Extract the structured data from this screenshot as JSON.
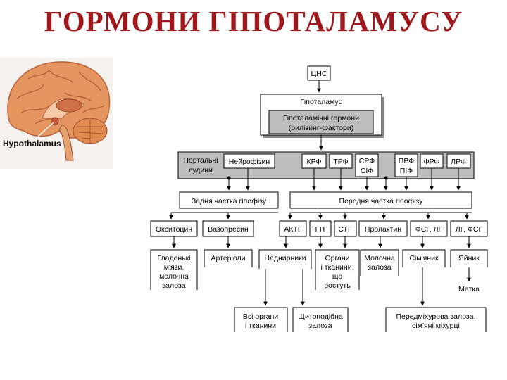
{
  "title": "ГОРМОНИ ГІПОТАЛАМУСУ",
  "brain_label": "Hypothalamus",
  "cns": "ЦНС",
  "hypothalamus": "Гіпоталамус",
  "hormones_line1": "Гіпоталамічні гормони",
  "hormones_line2": "(рилізинг-фактори)",
  "portal_line1": "Портальні",
  "portal_line2": "судини",
  "neurophysin": "Нейрофізин",
  "krf": "КРФ",
  "trf": "ТРФ",
  "srf_line1": "СРФ",
  "srf_line2": "СІФ",
  "prf_line1": "ПРФ",
  "prf_line2": "ПІФ",
  "frf": "ФРФ",
  "lrf": "ЛРФ",
  "posterior": "Задня частка гіпофізу",
  "anterior": "Передня частка гіпофізу",
  "oxytocin": "Окситоцин",
  "vasopressin": "Вазопресин",
  "actg": "АКТГ",
  "ttg": "ТТГ",
  "stg": "СТГ",
  "prolactin": "Пролактин",
  "fsg_lg": "ФСГ, ЛГ",
  "lg_fsg": "ЛГ, ФСГ",
  "smooth_l1": "Гладенькі",
  "smooth_l2": "м'язи,",
  "smooth_l3": "молочна",
  "smooth_l4": "залоза",
  "arterioles": "Артеріоли",
  "adrenals": "Наднирники",
  "organs_l1": "Органи",
  "organs_l2": "і тканини,",
  "organs_l3": "що",
  "organs_l4": "ростуть",
  "milk_l1": "Молочна",
  "milk_l2": "залоза",
  "testis": "Сім'яник",
  "ovary": "Яйник",
  "uterus": "Матка",
  "all_l1": "Всі органи",
  "all_l2": "і тканини",
  "thyroid_l1": "Щитоподібна",
  "thyroid_l2": "залоза",
  "prostate_l1": "Передміхурова залоза,",
  "prostate_l2": "сім'яні міхурці",
  "colors": {
    "title": "#a0171c",
    "gray_box": "#bdbdbd",
    "brain": "#e5955f"
  }
}
